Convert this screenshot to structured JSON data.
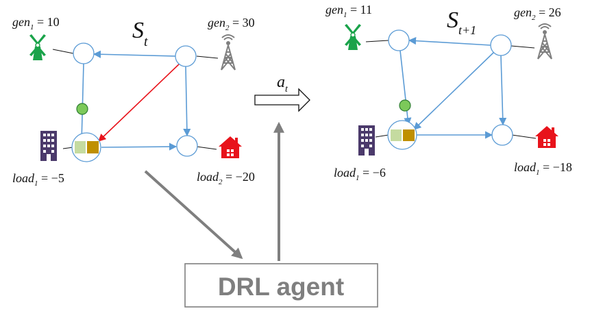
{
  "left_state": {
    "title_main": "S",
    "title_sub": "t",
    "gen1_label": "gen",
    "gen1_sub": "1",
    "gen1_value": " = 10",
    "gen2_label": "gen",
    "gen2_sub": "2",
    "gen2_value": " = 30",
    "load1_label": "load",
    "load1_sub": "1",
    "load1_value": " = −5",
    "load2_label": "load",
    "load2_sub": "2",
    "load2_value": " = −20"
  },
  "action": {
    "label_main": "a",
    "label_sub": "t"
  },
  "right_state": {
    "title_main": "S",
    "title_sub": "t+1",
    "gen1_label": "gen",
    "gen1_sub": "1",
    "gen1_value": " = 11",
    "gen2_label": "gen",
    "gen2_sub": "2",
    "gen2_value": " = 26",
    "load1_label": "load",
    "load1_sub": "1",
    "load1_value": " = −6",
    "load2_label": "load",
    "load2_sub": "1",
    "load2_value": " = −18"
  },
  "agent": {
    "label": "DRL agent"
  },
  "colors": {
    "edge_blue": "#5b9bd5",
    "red_edge": "#e8131b",
    "wind_green": "#1aa34a",
    "tower_gray": "#7f7f7f",
    "building_purple": "#4b3a6b",
    "house_red": "#e8131b",
    "battery_light": "#c5dba0",
    "battery_dark": "#bf8f00",
    "ev_green": "#7cc95a",
    "agent_gray": "#7f7f7f"
  }
}
